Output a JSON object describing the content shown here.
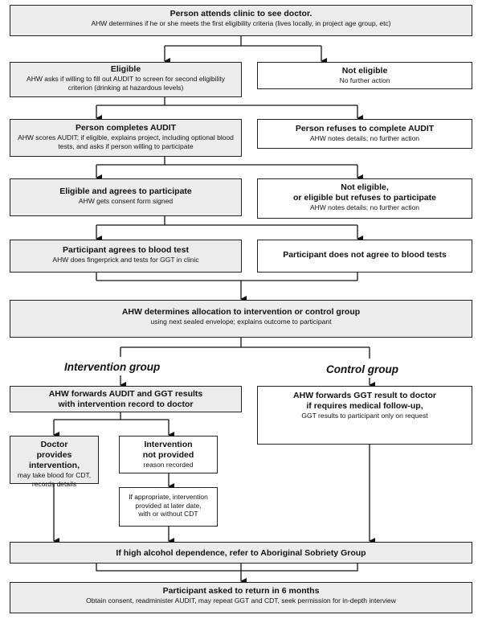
{
  "boxes": {
    "attend": {
      "title": "Person attends clinic to see doctor.",
      "sub": "AHW determines if he or she meets the first eligibility criteria (lives locally, in project age group, etc)"
    },
    "eligible": {
      "title": "Eligible",
      "sub": "AHW asks if willing to fill out AUDIT to screen for second eligibility criterion (drinking at hazardous levels)"
    },
    "not_eligible": {
      "title": "Not eligible",
      "sub": "No further action"
    },
    "completes_audit": {
      "title": "Person completes AUDIT",
      "sub": "AHW scores AUDIT; if eligible, explains project, including optional blood tests, and asks if person willing to participate"
    },
    "refuses_audit": {
      "title": "Person refuses to complete AUDIT",
      "sub": "AHW notes details; no further action"
    },
    "agrees": {
      "title": "Eligible and agrees to participate",
      "sub": "AHW gets consent form signed"
    },
    "not_eligible_refuses": {
      "title_line1": "Not eligible,",
      "title_line2": "or eligible but refuses to participate",
      "sub": "AHW notes details; no further action"
    },
    "blood_yes": {
      "title": "Participant agrees to blood test",
      "sub": "AHW does fingerprick and tests for GGT in clinic"
    },
    "blood_no": {
      "title": "Participant does not agree to blood tests"
    },
    "allocation": {
      "title": "AHW determines allocation to intervention or control group",
      "sub": "using next sealed envelope; explains outcome to participant"
    },
    "forward_intervention": {
      "title_line1": "AHW forwards AUDIT and GGT results",
      "title_line2": "with intervention record to doctor"
    },
    "forward_control": {
      "title_line1": "AHW forwards GGT result to doctor",
      "title_line2": "if requires medical follow-up,",
      "sub": "GGT results to participant only on request"
    },
    "doctor_provides": {
      "title_line1": "Doctor",
      "title_line2": "provides intervention,",
      "sub_line1": "may take blood for CDT,",
      "sub_line2": "records details"
    },
    "not_provided": {
      "title_line1": "Intervention",
      "title_line2": "not provided",
      "sub": "reason recorded"
    },
    "later_date": {
      "line1": "If appropriate, intervention",
      "line2": "provided at later date,",
      "line3": "with or without CDT"
    },
    "sobriety": {
      "title": "If high alcohol dependence, refer to Aboriginal Sobriety Group"
    },
    "return": {
      "title": "Participant asked to return in 6 months",
      "sub": "Obtain consent, readminister AUDIT, may repeat GGT and CDT, seek permission for in-depth interview"
    }
  },
  "groups": {
    "intervention": "Intervention group",
    "control": "Control group"
  }
}
